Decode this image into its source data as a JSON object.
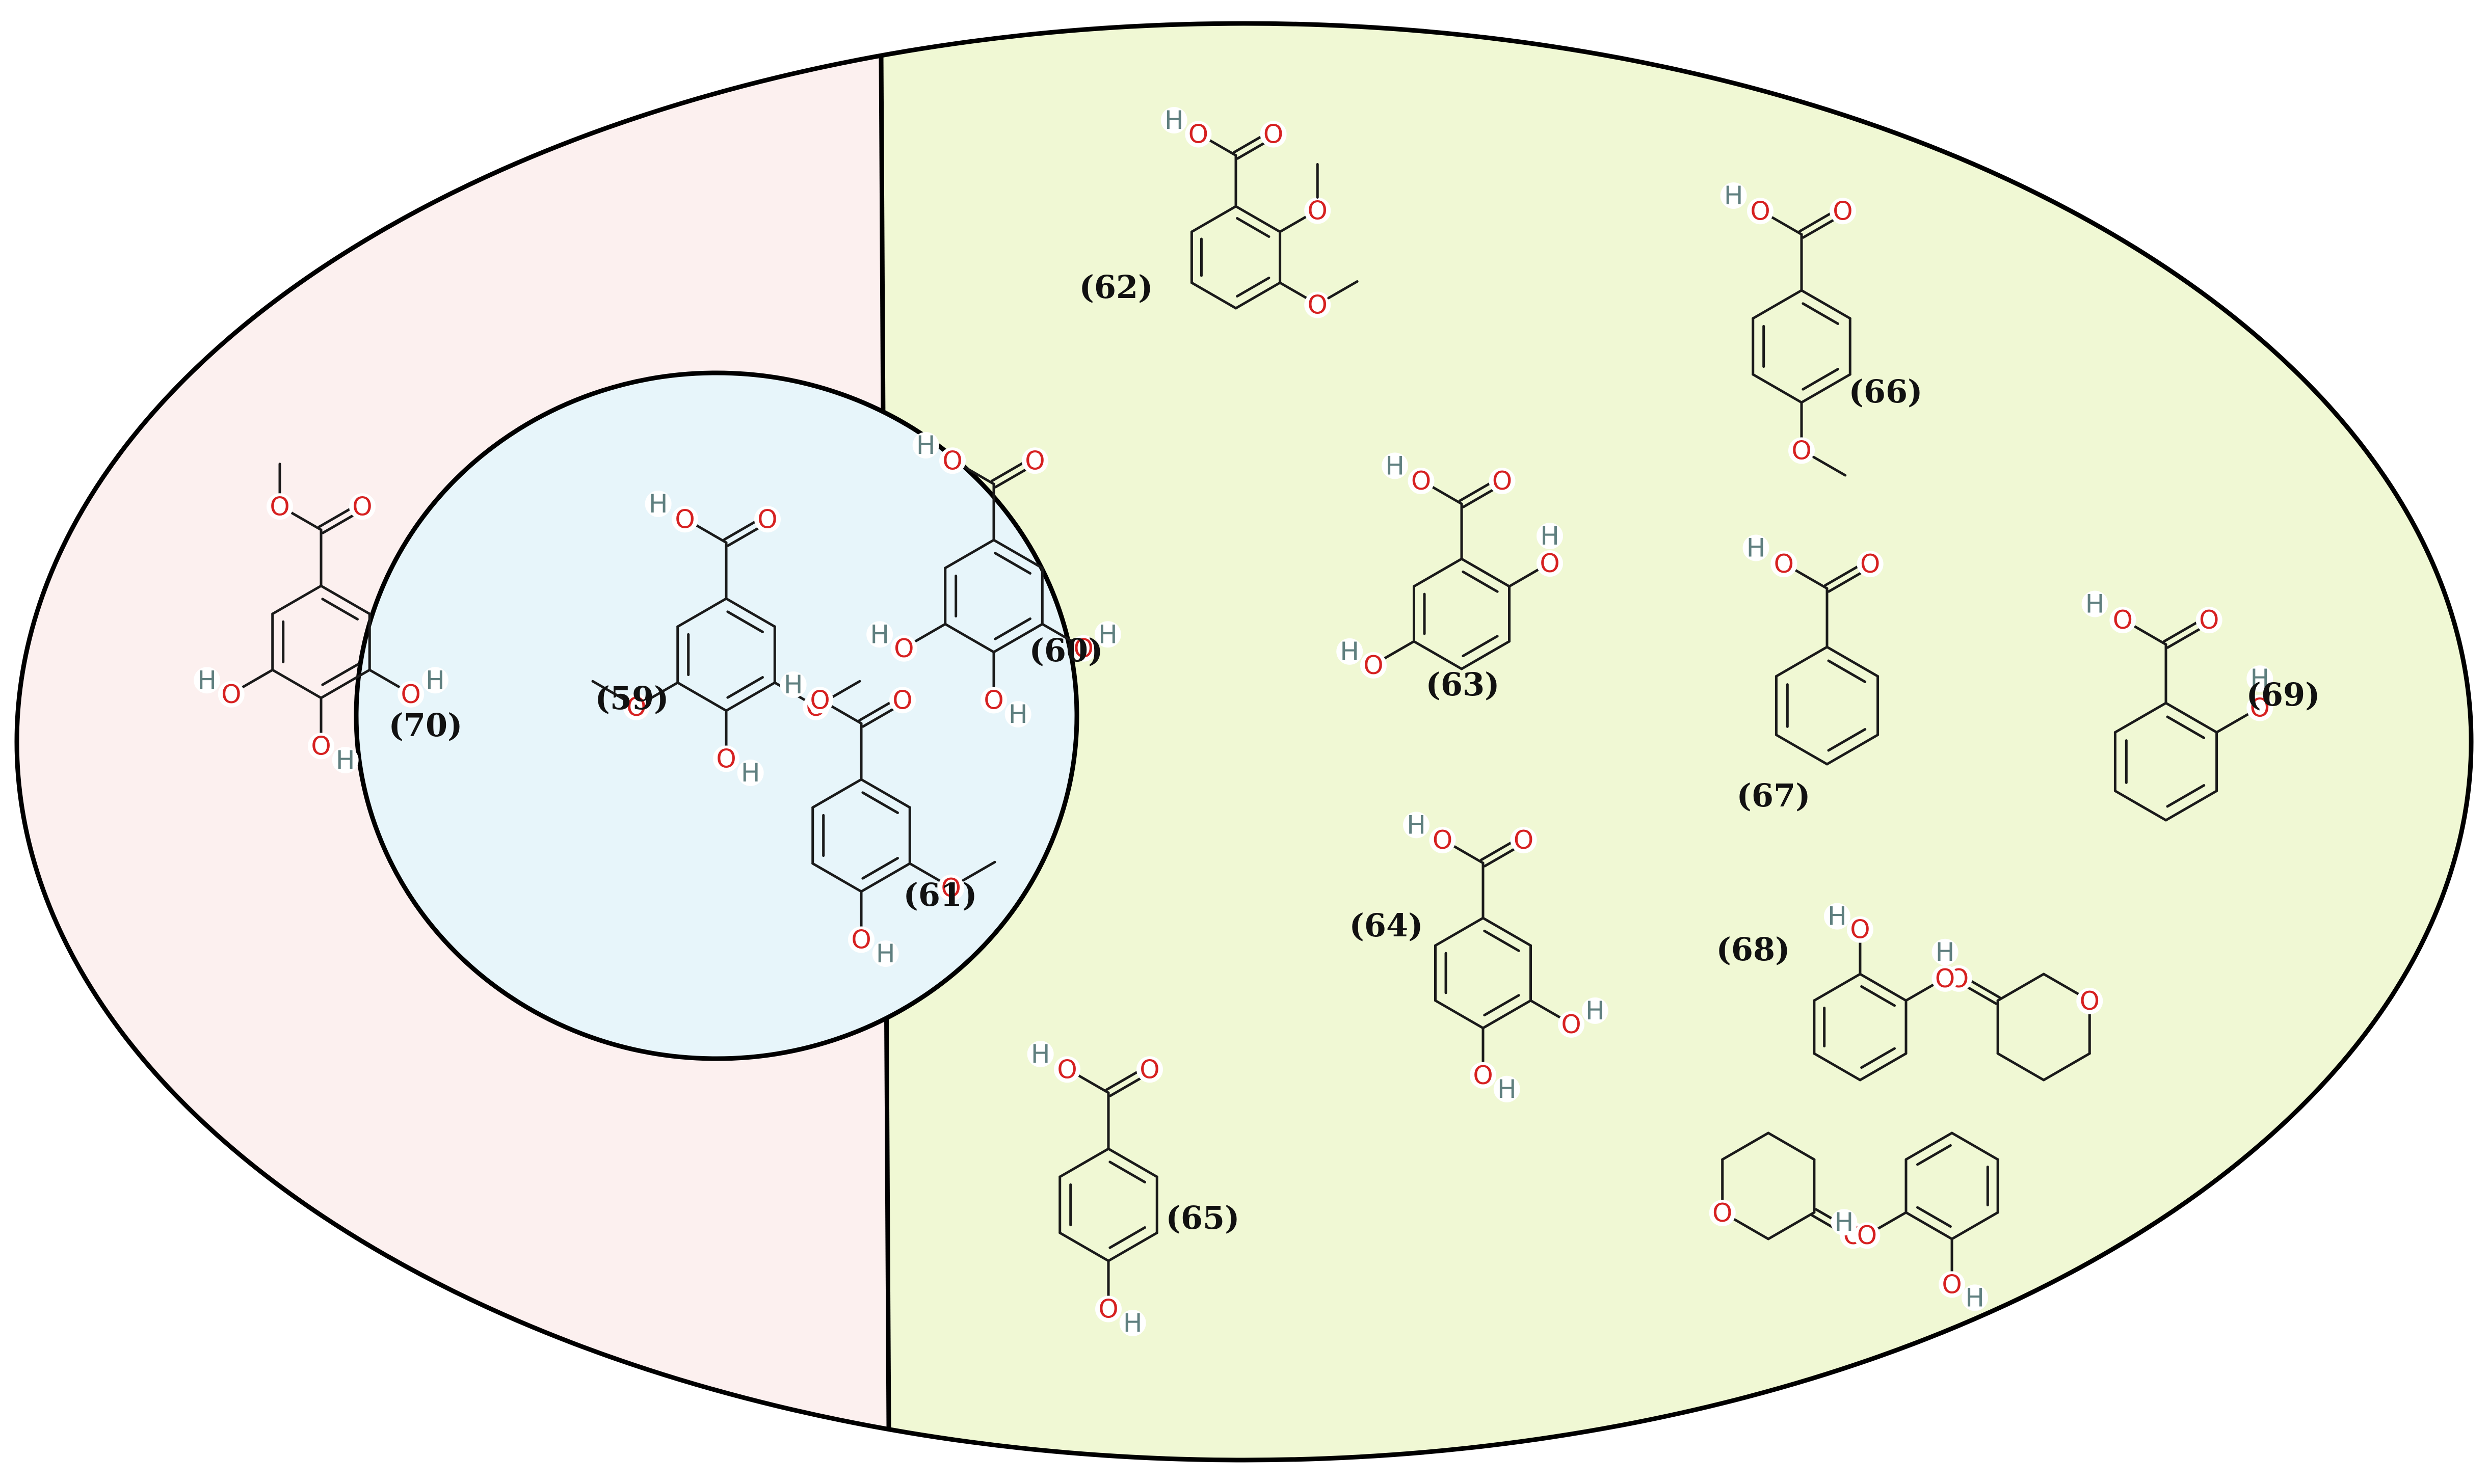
{
  "regions": {
    "outer_left_color": "#fcf0ef",
    "outer_right_color": "#f0f8d4",
    "inner_color": "#e7f5fa",
    "outline_color": "#000000"
  },
  "atom_color": "#d62020",
  "hydrogen_color": "#5f7f7f",
  "bond_color": "#1a1a1a",
  "compounds": [
    {
      "id": "c59",
      "label": "(59)",
      "region": "inner",
      "substituents": [
        {
          "pos": 1,
          "group": "COOH"
        },
        {
          "pos": 3,
          "group": "OMe"
        },
        {
          "pos": 4,
          "group": "OH"
        },
        {
          "pos": 5,
          "group": "OMe"
        }
      ]
    },
    {
      "id": "c60",
      "label": "(60)",
      "region": "inner",
      "substituents": [
        {
          "pos": 1,
          "group": "COOH"
        },
        {
          "pos": 3,
          "group": "OH"
        },
        {
          "pos": 4,
          "group": "OH"
        },
        {
          "pos": 5,
          "group": "OH"
        }
      ]
    },
    {
      "id": "c61",
      "label": "(61)",
      "region": "inner",
      "substituents": [
        {
          "pos": 1,
          "group": "COOH"
        },
        {
          "pos": 3,
          "group": "OMe"
        },
        {
          "pos": 4,
          "group": "OH"
        }
      ]
    },
    {
      "id": "c62",
      "label": "(62)",
      "region": "right",
      "substituents": [
        {
          "pos": 1,
          "group": "COOH"
        },
        {
          "pos": 2,
          "group": "OMe"
        },
        {
          "pos": 3,
          "group": "OMe"
        }
      ]
    },
    {
      "id": "c63",
      "label": "(63)",
      "region": "right",
      "substituents": [
        {
          "pos": 1,
          "group": "COOH"
        },
        {
          "pos": 2,
          "group": "OH"
        },
        {
          "pos": 5,
          "group": "OH"
        }
      ]
    },
    {
      "id": "c64",
      "label": "(64)",
      "region": "right",
      "substituents": [
        {
          "pos": 1,
          "group": "COOH"
        },
        {
          "pos": 3,
          "group": "OH"
        },
        {
          "pos": 4,
          "group": "OH"
        }
      ]
    },
    {
      "id": "c65",
      "label": "(65)",
      "region": "right",
      "substituents": [
        {
          "pos": 1,
          "group": "COOH"
        },
        {
          "pos": 4,
          "group": "OH"
        }
      ]
    },
    {
      "id": "c66",
      "label": "(66)",
      "region": "right",
      "substituents": [
        {
          "pos": 1,
          "group": "COOH"
        },
        {
          "pos": 4,
          "group": "OMe"
        }
      ]
    },
    {
      "id": "c67",
      "label": "(67)",
      "region": "right",
      "substituents": [
        {
          "pos": 1,
          "group": "COOH"
        }
      ]
    },
    {
      "id": "c68",
      "label": "(68)",
      "region": "right",
      "substituents": []
    },
    {
      "id": "c69",
      "label": "(69)",
      "region": "right",
      "substituents": [
        {
          "pos": 1,
          "group": "COOH"
        },
        {
          "pos": 2,
          "group": "OH"
        }
      ]
    },
    {
      "id": "c70",
      "label": "(70)",
      "region": "left",
      "substituents": [
        {
          "pos": 1,
          "group": "COOMe"
        },
        {
          "pos": 3,
          "group": "OH"
        },
        {
          "pos": 4,
          "group": "OH"
        },
        {
          "pos": 5,
          "group": "OH"
        }
      ]
    }
  ],
  "atoms": {
    "oxygen": "O",
    "hydrogen": "H"
  }
}
